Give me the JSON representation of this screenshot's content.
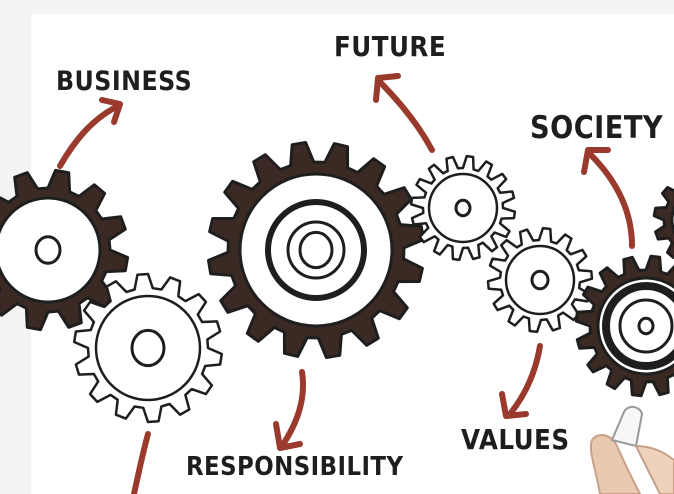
{
  "labels": {
    "business": "BUSINESS",
    "future": "FUTURE",
    "society": "SOCIETY",
    "values": "VALUES",
    "responsibility": "RESPONSIBILITY"
  },
  "colors": {
    "arrow": "#9a3a2c",
    "ink": "#1e1e1e",
    "gear_fill": "#3b2a24"
  }
}
